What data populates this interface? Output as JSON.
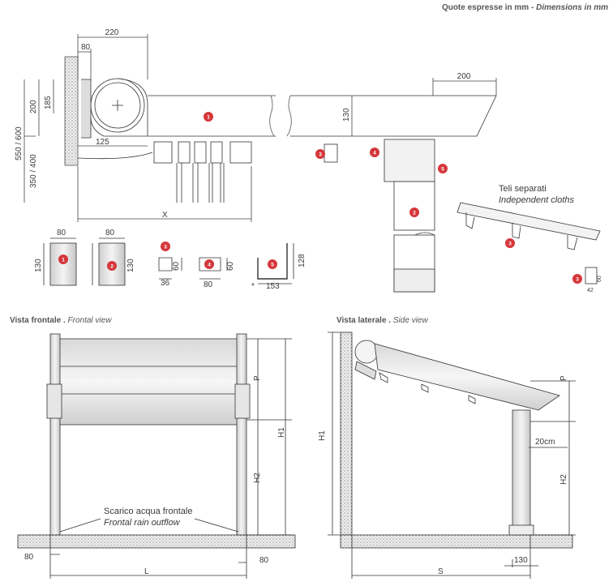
{
  "header": {
    "units_it": "Quote espresse in mm",
    "separator": " - ",
    "units_en": "Dimensions in mm"
  },
  "top": {
    "d220": "220",
    "d80": "80",
    "d200": "200",
    "d185": "185",
    "d550_600": "550 / 600",
    "d350_400": "350 / 400",
    "d125": "125",
    "d130": "130",
    "dx": "X",
    "d200_right": "200"
  },
  "teli": {
    "it": "Teli separati",
    "en": "Independent cloths"
  },
  "profiles": {
    "p1": {
      "w": "80",
      "h": "130"
    },
    "p2": {
      "w": "80",
      "h": "130"
    },
    "p3": {
      "h": "60",
      "w": "36"
    },
    "p4": {
      "h": "60",
      "w": "80"
    },
    "p5": {
      "h": "128",
      "w": "153",
      "star": "*"
    },
    "p3b": {
      "h": "60",
      "w": "42"
    }
  },
  "badges": [
    "1",
    "2",
    "3",
    "4",
    "5"
  ],
  "front": {
    "title_it": "Vista frontale",
    "title_sep": " . ",
    "title_en": "Frontal view",
    "p": "P",
    "h1": "H1",
    "h2": "H2",
    "l": "L",
    "d80_left": "80",
    "d80_right": "80",
    "outflow_it": "Scarico acqua frontale",
    "outflow_en": "Frontal rain outflow"
  },
  "side": {
    "title_it": "Vista laterale",
    "title_sep": " . ",
    "title_en": "Side view",
    "h1": "H1",
    "p": "P",
    "h2": "H2",
    "s": "S",
    "d20cm": "20cm",
    "d130": "130"
  }
}
